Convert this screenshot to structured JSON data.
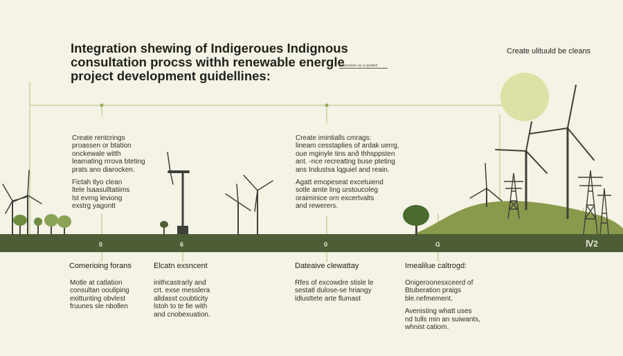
{
  "title_lines": [
    "Integration shewing of Indigeroues Indignous",
    "consultation procss withh renewable energle",
    "project development guidellines:"
  ],
  "small_tag": "babmuisio as a quoted",
  "top_right": "Create ulituuld be cleans",
  "upper_blocks": [
    {
      "lines": [
        "Create rentcrings",
        "proassen or btation",
        "onckewale witth",
        "learnating rrrova bteting",
        "prats ano diarocken."
      ],
      "lines2": [
        "Fictah tlyo clean",
        "ltele lsaasulltatiims",
        "lst evrng leviong",
        "exstrg yagontt"
      ]
    },
    {
      "lines": [
        "Create imintialls cmrags:",
        "lineam cesstaplies of ardak uerrg,",
        "oue mginyle tins anð thhsppsten",
        "ant. -nce recreattng buse pteting",
        "ans Industsa lqguiel and reain."
      ],
      "lines2": [
        "Agatt emopeseat excetuiend",
        "sotle amte ling urstoucoleg",
        "oraiminice orn excertvalts",
        "and rewerers."
      ]
    }
  ],
  "timeline_labels": [
    "0",
    "6",
    "0",
    "G"
  ],
  "corner_label": "Ⅳ2",
  "lower_blocks": [
    {
      "heading": "Comerioing forans",
      "lines": [
        "Motle at catlation",
        "consultan oouliping",
        "exittunting obvlest",
        "fruunes sle nbollen"
      ]
    },
    {
      "heading": "Elcatn exsncent",
      "lines": [
        "inithcastrarly and",
        "crt. exse messlera",
        "alldasst coubticity",
        "lstoh to te fie with",
        "and cnobexuation."
      ]
    },
    {
      "heading": "Dateaive clewattay",
      "lines": [
        "Rfes of excowdre stisle le",
        "sestatl dulose-se hriangy",
        "ldlusttete arte flumast"
      ]
    },
    {
      "heading": "Imealilue caltrogd:",
      "lines": [
        "Onigeroonesxceerd of",
        "Btuberation praigs",
        "ble.nefmement."
      ],
      "lines2": [
        "Avenisting whatt uses",
        "nd tulls min an suiwants,",
        "whnist catiom."
      ]
    }
  ],
  "colors": {
    "background": "#f4f3e5",
    "band": "#4d5d35",
    "hill": "#8a9a4c",
    "sun": "#dde1a6",
    "tree": "#6e8c40",
    "turbine": "#3f3f3a",
    "guide_line": "#b3c07a"
  }
}
